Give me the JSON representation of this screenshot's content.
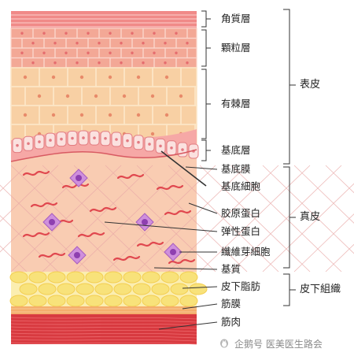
{
  "labels": {
    "stratum_corneum": "角質層",
    "stratum_granulosum": "顆粒層",
    "stratum_spinosum": "有棘層",
    "stratum_basale": "基底層",
    "basement_membrane": "基底膜",
    "basal_cell": "基底細胞",
    "collagen": "胶原蛋白",
    "elastin": "弹性蛋白",
    "fibroblast": "纖維芽細胞",
    "ground_substance": "基質",
    "subcutaneous_fat": "皮下脂肪",
    "fascia": "筋膜",
    "muscle": "筋肉"
  },
  "groups": {
    "epidermis": "表皮",
    "dermis": "真皮",
    "subcutaneous": "皮下組織"
  },
  "watermark": "企鹅号 医美医生路会",
  "colors": {
    "corneum": "#f08a88",
    "granulosum": "#f4a597",
    "spinosum": "#f8cfa2",
    "basale_cell": "#f7b7b4",
    "dermis": "#f9cbb0",
    "collagen_fiber": "#e0484f",
    "fibroblast": "#b266c6",
    "fat": "#f8e27a",
    "fascia": "#f4b06a",
    "muscle": "#d8303a"
  }
}
